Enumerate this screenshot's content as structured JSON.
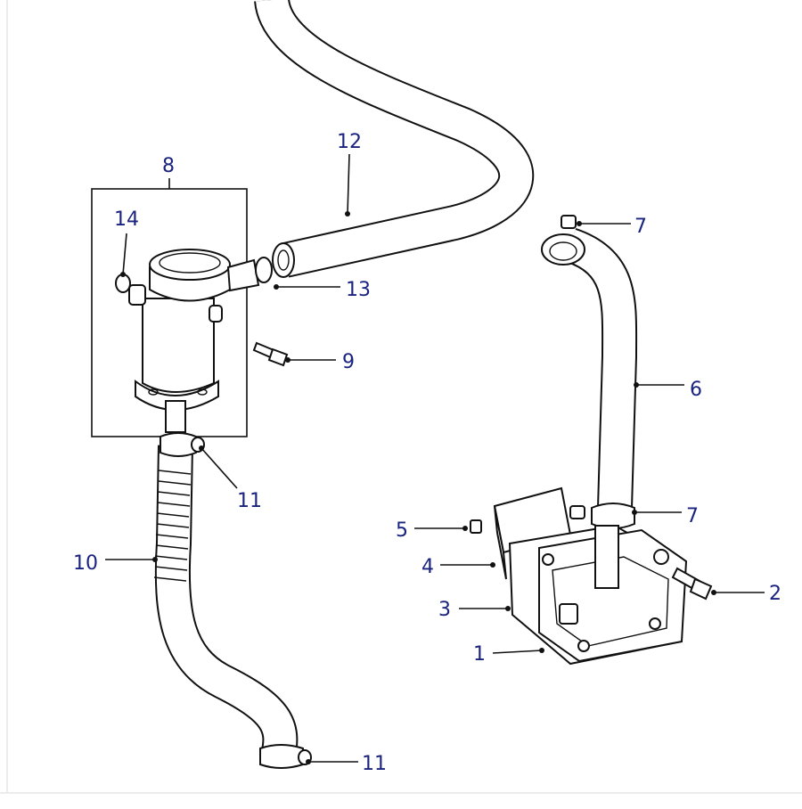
{
  "callouts": [
    {
      "id": "c1",
      "text": "1"
    },
    {
      "id": "c2",
      "text": "2"
    },
    {
      "id": "c3",
      "text": "3"
    },
    {
      "id": "c4",
      "text": "4"
    },
    {
      "id": "c5",
      "text": "5"
    },
    {
      "id": "c6",
      "text": "6"
    },
    {
      "id": "c7a",
      "text": "7"
    },
    {
      "id": "c7b",
      "text": "7"
    },
    {
      "id": "c8",
      "text": "8"
    },
    {
      "id": "c9",
      "text": "9"
    },
    {
      "id": "c10",
      "text": "10"
    },
    {
      "id": "c11a",
      "text": "11"
    },
    {
      "id": "c11b",
      "text": "11"
    },
    {
      "id": "c12",
      "text": "12"
    },
    {
      "id": "c13",
      "text": "13"
    },
    {
      "id": "c14",
      "text": "14"
    }
  ],
  "colors": {
    "label": "#1a237e",
    "line": "#111111",
    "background": "#ffffff"
  }
}
